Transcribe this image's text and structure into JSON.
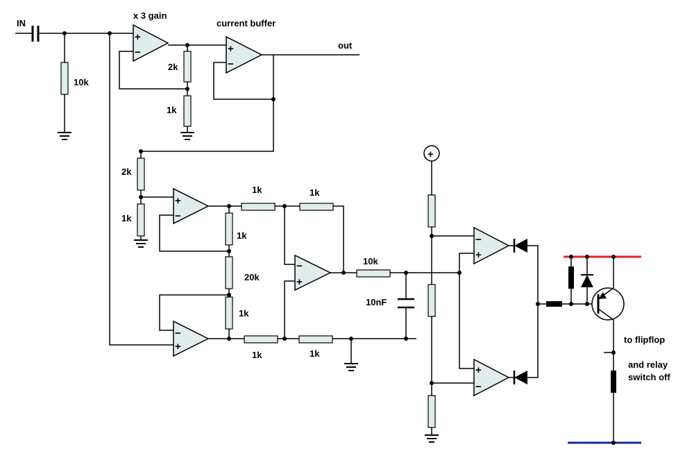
{
  "labels": {
    "input": "IN",
    "gain": "x 3 gain",
    "buffer": "current buffer",
    "output": "out",
    "r_in": "10k",
    "r_gain_top": "2k",
    "r_gain_bot": "1k",
    "r_div_top": "2k",
    "r_div_bot": "1k",
    "r_ina_top": "1k",
    "r_ina_mid": "20k",
    "r_ina_bot": "1k",
    "r_diff_in_top": "1k",
    "r_diff_fb": "1k",
    "r_diff_in_bot": "1k",
    "r_diff_gnd": "1k",
    "r_filter": "10k",
    "c_filter": "10nF",
    "to_flipflop": "to flipflop",
    "relay_line1": "and relay",
    "relay_line2": "switch off"
  },
  "symbols": {
    "plus": "+",
    "minus": "−"
  },
  "colors": {
    "positive_rail": "#e8202a",
    "negative_rail": "#1428a0",
    "component_fill": "#dfeeed"
  }
}
